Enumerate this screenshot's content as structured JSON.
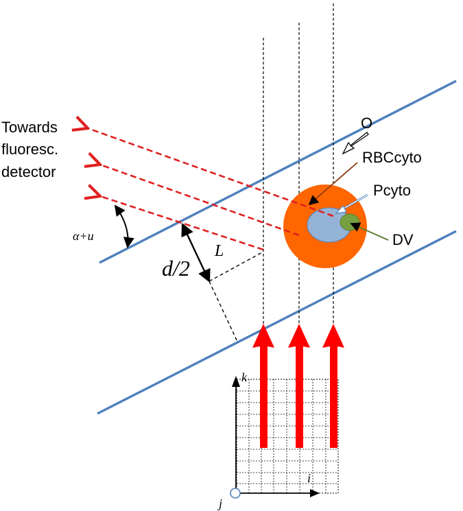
{
  "labels": {
    "towards_line1": "Towards",
    "towards_line2": "fluoresc.",
    "towards_line3": "detector",
    "o": "O",
    "rbc": "RBCcyto",
    "pcyto": "Pcyto",
    "dv": "DV",
    "angle": "α+u",
    "d_half": "d/2",
    "l": "L",
    "axis_k": "k",
    "axis_i": "i",
    "axis_j": "j"
  },
  "colors": {
    "boundary": "#4f81bd",
    "beam": "#ff0000",
    "emission": "#e02020",
    "rbc": "#ff6600",
    "parasite": "#95b3d7",
    "dv": "#77a040",
    "text": "#000000"
  },
  "icons": {
    "incident_beam": "red-up-arrow",
    "emission_ray": "dashed-red-left-arrow",
    "pointer": "open-hollow-arrow"
  }
}
